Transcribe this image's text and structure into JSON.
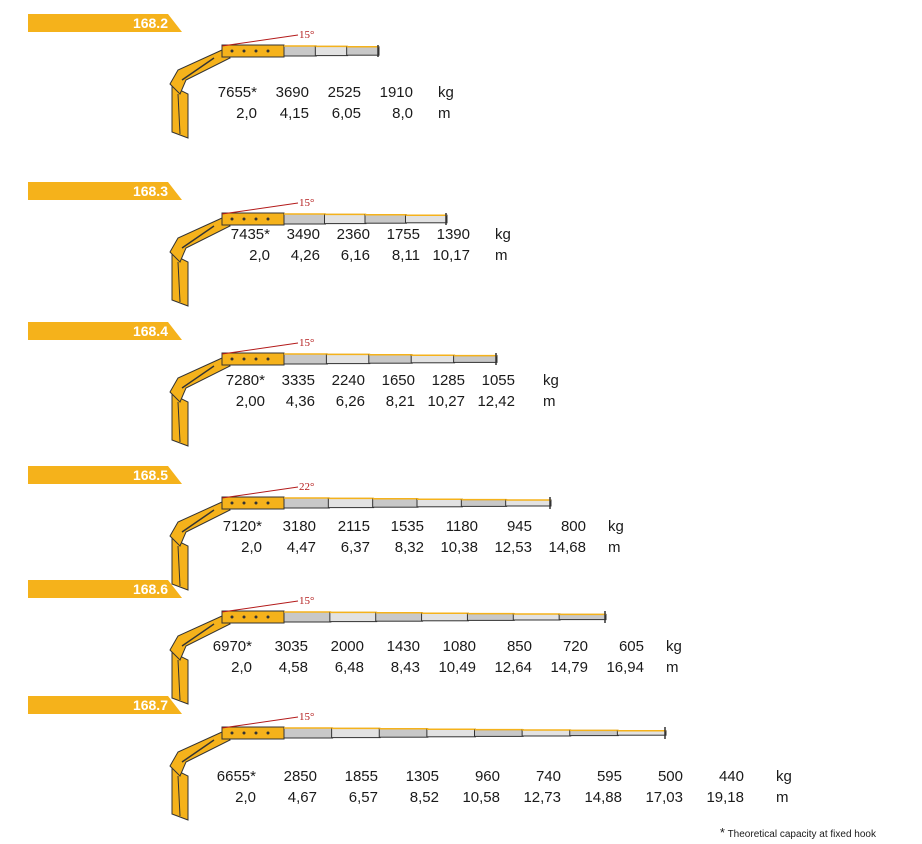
{
  "colors": {
    "brand": "#f5b21b",
    "angle_line": "#b31a1a",
    "boom_grey": "#c8c8c8"
  },
  "models": [
    {
      "name": "168.2",
      "angle": "15°",
      "capacities": [
        "7655*",
        "3690",
        "2525",
        "1910"
      ],
      "capacity_unit": "kg",
      "reaches": [
        "2,0",
        "4,15",
        "6,05",
        "8,0"
      ],
      "reach_unit": "m"
    },
    {
      "name": "168.3",
      "angle": "15°",
      "capacities": [
        "7435*",
        "3490",
        "2360",
        "1755",
        "1390"
      ],
      "capacity_unit": "kg",
      "reaches": [
        "2,0",
        "4,26",
        "6,16",
        "8,11",
        "10,17"
      ],
      "reach_unit": "m"
    },
    {
      "name": "168.4",
      "angle": "15°",
      "capacities": [
        "7280*",
        "3335",
        "2240",
        "1650",
        "1285",
        "1055"
      ],
      "capacity_unit": "kg",
      "reaches": [
        "2,00",
        "4,36",
        "6,26",
        "8,21",
        "10,27",
        "12,42"
      ],
      "reach_unit": "m"
    },
    {
      "name": "168.5",
      "angle": "22°",
      "capacities": [
        "7120*",
        "3180",
        "2115",
        "1535",
        "1180",
        "945",
        "800"
      ],
      "capacity_unit": "kg",
      "reaches": [
        "2,0",
        "4,47",
        "6,37",
        "8,32",
        "10,38",
        "12,53",
        "14,68"
      ],
      "reach_unit": "m"
    },
    {
      "name": "168.6",
      "angle": "15°",
      "capacities": [
        "6970*",
        "3035",
        "2000",
        "1430",
        "1080",
        "850",
        "720",
        "605"
      ],
      "capacity_unit": "kg",
      "reaches": [
        "2,0",
        "4,58",
        "6,48",
        "8,43",
        "10,49",
        "12,64",
        "14,79",
        "16,94"
      ],
      "reach_unit": "m"
    },
    {
      "name": "168.7",
      "angle": "15°",
      "capacities": [
        "6655*",
        "2850",
        "1855",
        "1305",
        "960",
        "740",
        "595",
        "500",
        "440"
      ],
      "capacity_unit": "kg",
      "reaches": [
        "2,0",
        "4,67",
        "6,57",
        "8,52",
        "10,58",
        "12,73",
        "14,88",
        "17,03",
        "19,18"
      ],
      "reach_unit": "m"
    }
  ],
  "footnote": {
    "star": "*",
    "text": "Theoretical capacity at fixed hook"
  }
}
